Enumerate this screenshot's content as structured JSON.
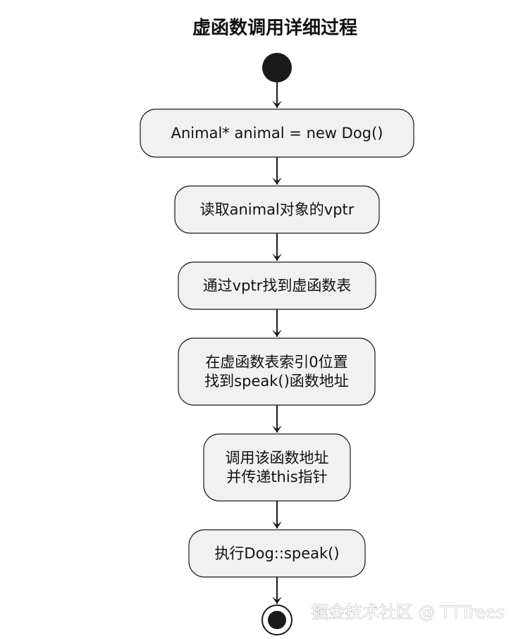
{
  "title": "虚函数调用详细过程",
  "nodes": [
    {
      "lines": [
        "Animal* animal = new Dog()"
      ]
    },
    {
      "lines": [
        "读取animal对象的vptr"
      ]
    },
    {
      "lines": [
        "通过vptr找到虚函数表"
      ]
    },
    {
      "lines": [
        "在虚函数表索引0位置",
        "找到speak()函数地址"
      ]
    },
    {
      "lines": [
        "调用该函数地址",
        "并传递this指针"
      ]
    },
    {
      "lines": [
        "执行Dog::speak()"
      ]
    }
  ],
  "watermark": "掘金技术社区 @ TTTrees",
  "colors": {
    "node_fill": "#f1f1f1",
    "stroke": "#1a1a1a"
  }
}
